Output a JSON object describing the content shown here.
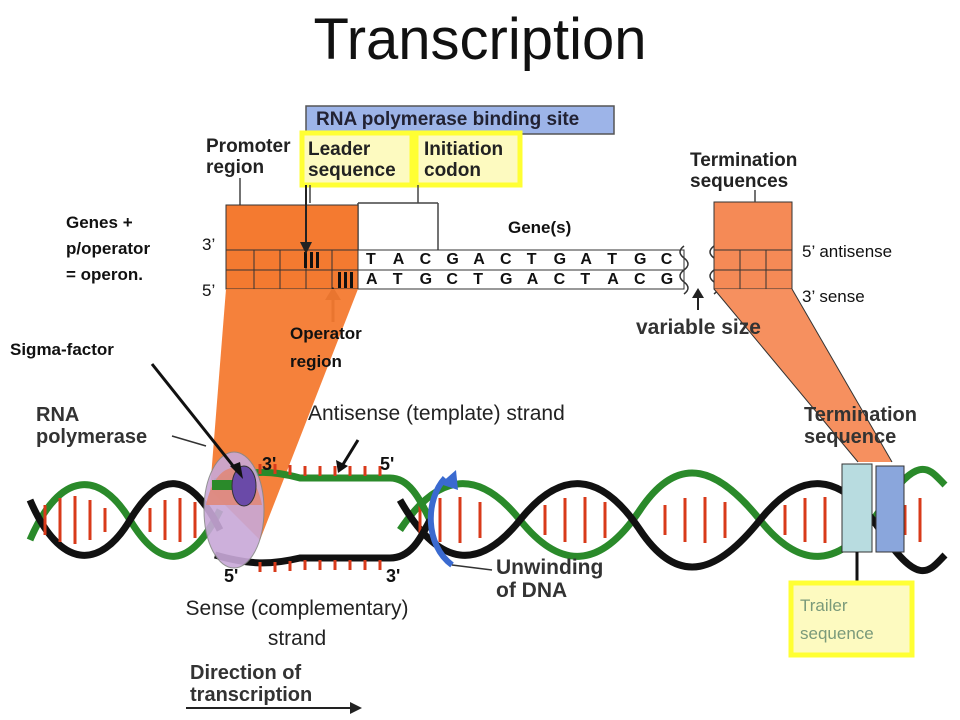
{
  "title": "Transcription",
  "top_diagram": {
    "rna_pol_binding_site": "RNA polymerase binding site",
    "promoter_region": [
      "Promoter",
      "region"
    ],
    "leader_sequence": [
      "Leader",
      "sequence"
    ],
    "initiation_codon": [
      "Initiation",
      "codon"
    ],
    "termination_sequences": [
      "Termination",
      "sequences"
    ],
    "genes_label": "Gene(s)",
    "operon_note": [
      "Genes +",
      "p/operator",
      "= operon."
    ],
    "left_top_end": "3’",
    "left_bottom_end": "5’",
    "right_top_strand": "5’ antisense",
    "right_bottom_strand": "3’ sense",
    "top_strand_bases": [
      "T",
      "A",
      "C",
      "G",
      "A",
      "C",
      "T",
      "G",
      "A",
      "T",
      "G",
      "C"
    ],
    "bottom_strand_bases": [
      "A",
      "T",
      "G",
      "C",
      "T",
      "G",
      "A",
      "C",
      "T",
      "A",
      "C",
      "G"
    ],
    "operator_region": [
      "Operator",
      "region"
    ],
    "variable_size": "variable size"
  },
  "bottom_diagram": {
    "sigma_factor": "Sigma-factor",
    "rna_polymerase": [
      "RNA",
      "polymerase"
    ],
    "antisense_strand": "Antisense (template) strand",
    "termination_sequence": [
      "Termination",
      "sequence"
    ],
    "end_3_top": "3'",
    "end_5_top": "5'",
    "end_5_bottom": "5'",
    "end_3_bottom": "3'",
    "unwinding": [
      "Unwinding",
      "of DNA"
    ],
    "sense_strand": [
      "Sense (complementary)",
      "strand"
    ],
    "trailer_sequence": [
      "Trailer",
      "sequence"
    ],
    "direction": [
      "Direction of",
      "transcription"
    ]
  },
  "colors": {
    "orange": "#f47a30",
    "orange_light": "#f58a56",
    "binding_site_blue": "#9db4e8",
    "highlight_yellow": "#ffff33",
    "strand_red": "#d83a1a",
    "strand_green": "#2a8a2a",
    "sigma_purple": "#6a4aa8",
    "trailer_cyan": "#b8dce0",
    "trailer_blue": "#8aa6dc"
  }
}
